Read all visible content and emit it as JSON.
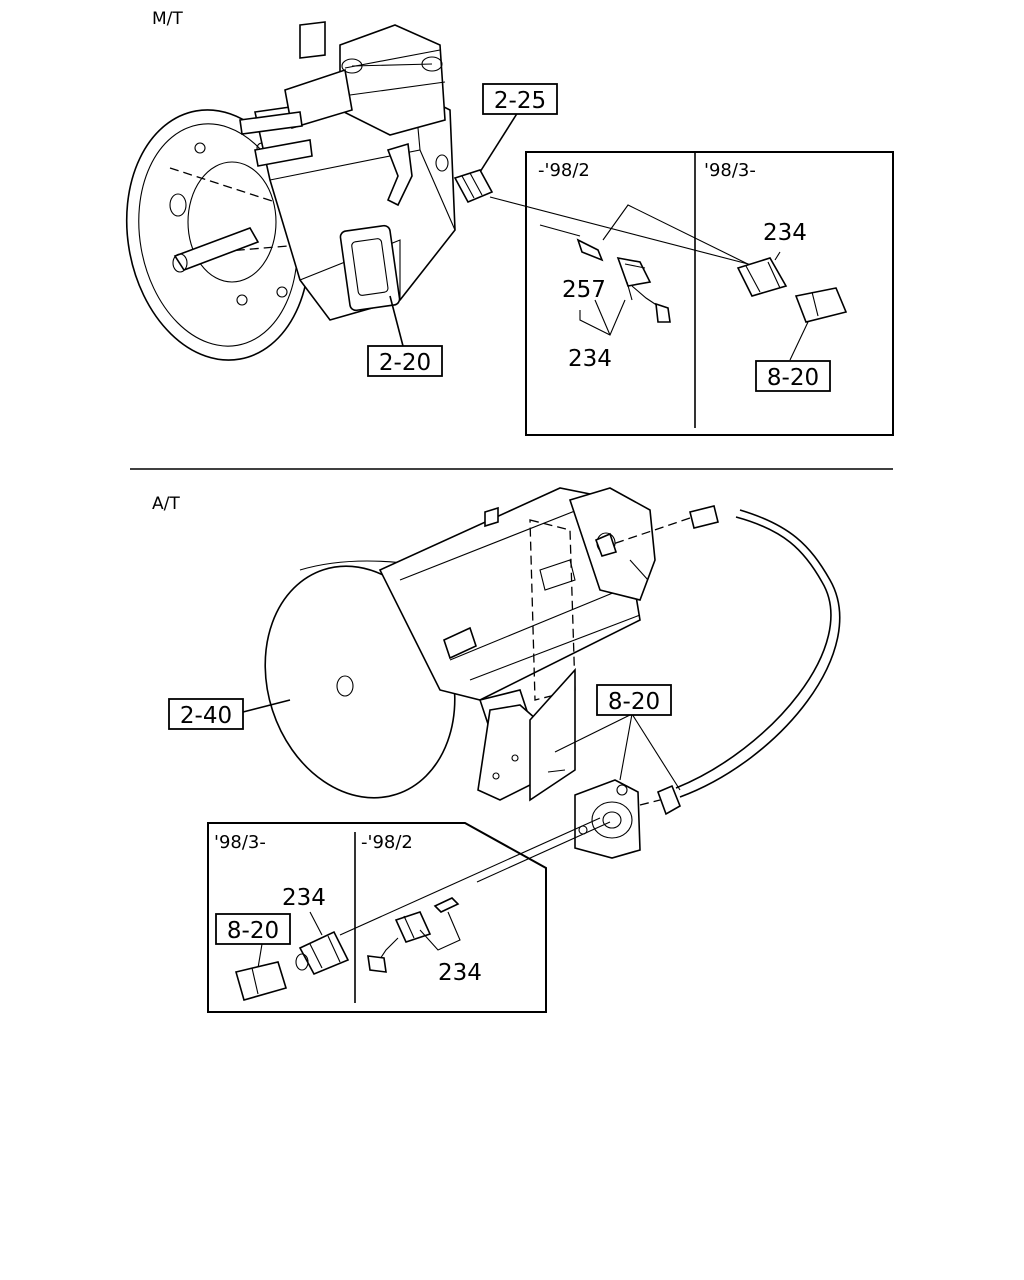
{
  "sections": {
    "mt": {
      "title": "M/T",
      "callouts": {
        "transmission_ref": "2-25",
        "case_ref": "2-20"
      },
      "inset": {
        "left_header": "-'98/2",
        "right_header": "'98/3-",
        "left_pin": "257",
        "left_sensor": "234",
        "right_sensor": "234",
        "right_bracket": "8-20"
      }
    },
    "at": {
      "title": "A/T",
      "callouts": {
        "transmission_ref": "2-40",
        "bracket_ref": "8-20"
      },
      "inset": {
        "left_header": "'98/3-",
        "right_header": "-'98/2",
        "left_sensor": "234",
        "left_bracket": "8-20",
        "right_sensor": "234"
      }
    }
  }
}
